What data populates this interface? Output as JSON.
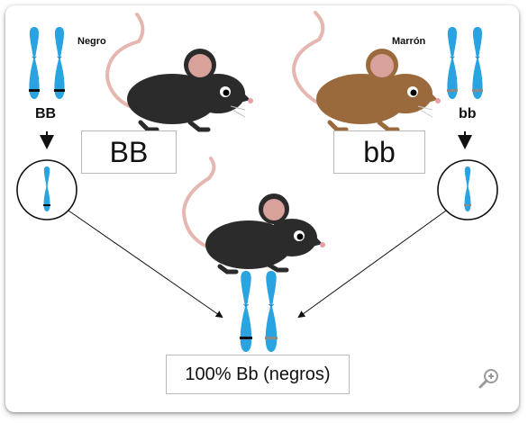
{
  "colors": {
    "chromosome": "#2aa3e1",
    "black_mouse": "#2b2b2b",
    "brown_mouse": "#9a6a3d",
    "ear": "#d8a29b",
    "tail": "#e5b7b0",
    "allele_black": "#111111",
    "allele_brown": "#8a8a8a"
  },
  "parents": {
    "left": {
      "color_label": "Negro",
      "genotype_short": "BB",
      "genotype_box": "BB"
    },
    "right": {
      "color_label": "Marrón",
      "genotype_short": "bb",
      "genotype_box": "bb"
    }
  },
  "offspring": {
    "result": "100% Bb (negros)"
  },
  "controls": {
    "zoom_icon": "zoom-in-icon"
  }
}
